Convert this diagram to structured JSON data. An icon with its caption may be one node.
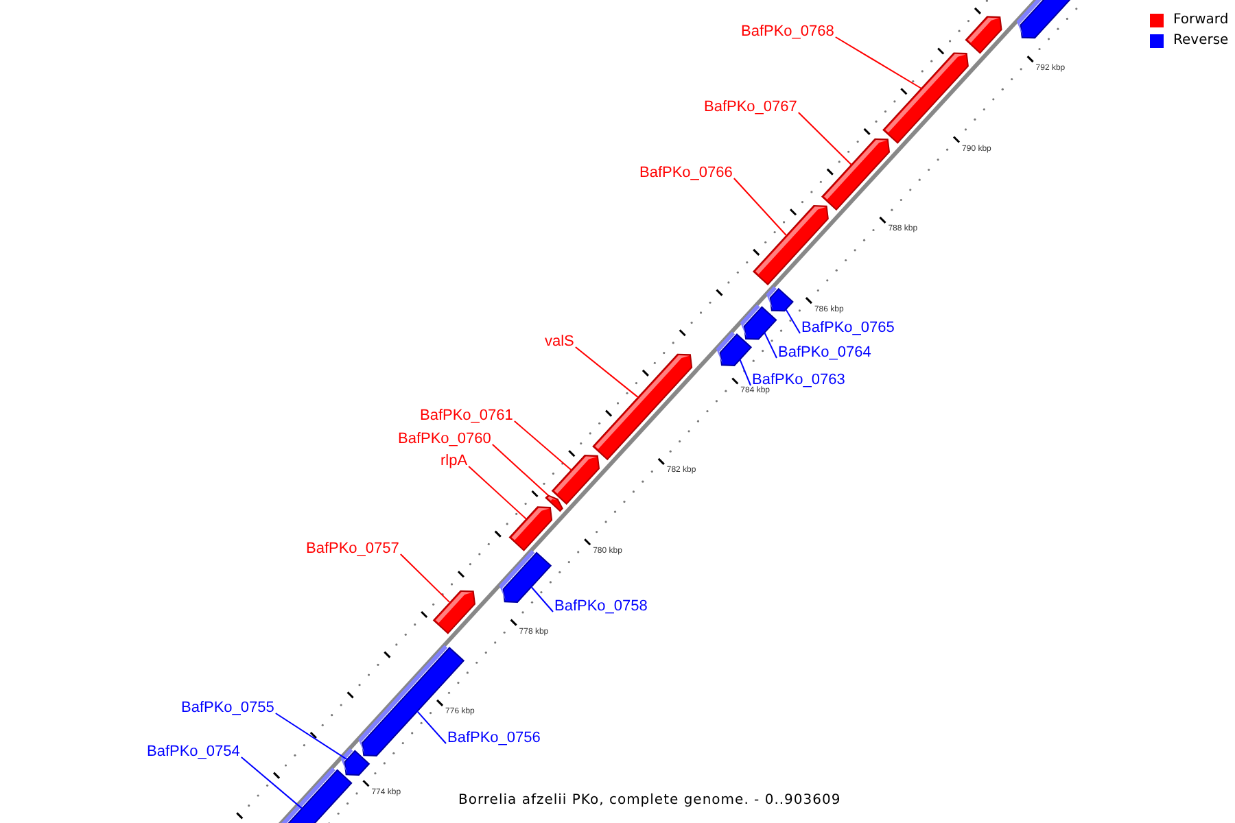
{
  "diagram": {
    "caption": "Borrelia afzelii PKo, complete genome. - 0..903609",
    "nodes": [
      {
        "text": [
          "BafPKo_0768"
        ]
      },
      {
        "text": [
          "BafPKo_0767"
        ]
      },
      {
        "text": [
          "BafPKo_0766"
        ]
      },
      {
        "text": [
          "BafPKo_0765"
        ]
      },
      {
        "text": [
          "BafPKo_0764"
        ]
      },
      {
        "text": [
          "BafPKo_0763"
        ]
      },
      {
        "text": [
          "valS"
        ]
      },
      {
        "text": [
          "BafPKo_0761"
        ]
      },
      {
        "text": [
          "BafPKo_0760"
        ]
      },
      {
        "text": [
          "rlpA"
        ]
      },
      {
        "text": [
          "BafPKo_0757"
        ]
      },
      {
        "text": [
          "BafPKo_0758"
        ]
      },
      {
        "text": [
          "BafPKo_0755"
        ]
      },
      {
        "text": [
          "BafPKo_0756"
        ]
      },
      {
        "text": [
          "BafPKo_0754"
        ]
      },
      {
        "text": [],
        "shape": "bar"
      },
      {
        "text": [],
        "shape": "bar"
      },
      {
        "text": [],
        "shape": "bar"
      },
      {
        "text": [],
        "shape": "bar"
      },
      {
        "text": [],
        "shape": "bar"
      },
      {
        "text": [],
        "shape": "bar"
      },
      {
        "text": [],
        "shape": "bar"
      },
      {
        "text": [],
        "shape": "bar"
      },
      {
        "text": [],
        "shape": "bar"
      },
      {
        "text": [],
        "shape": "bar"
      },
      {
        "text": [],
        "shape": "bar"
      },
      {
        "text": [],
        "shape": "bar"
      },
      {
        "text": [],
        "shape": "bar"
      },
      {
        "text": [],
        "shape": "bar"
      },
      {
        "text": [],
        "shape": "bar"
      },
      {
        "text": [],
        "shape": "bar"
      },
      {
        "text": [],
        "shape": "bar"
      }
    ],
    "edges": [
      {
        "from": 0,
        "to": 17,
        "arrow": "none"
      },
      {
        "from": 1,
        "to": 18,
        "arrow": "none"
      },
      {
        "from": 2,
        "to": 19,
        "arrow": "none"
      },
      {
        "from": 3,
        "to": 20,
        "arrow": "none",
        "color": "#0000ff"
      },
      {
        "from": 4,
        "to": 21,
        "arrow": "none",
        "color": "#0000ff"
      },
      {
        "from": 5,
        "to": 22,
        "arrow": "none",
        "color": "#0000ff"
      },
      {
        "from": 6,
        "to": 23,
        "arrow": "none"
      },
      {
        "from": 7,
        "to": 24,
        "arrow": "none"
      },
      {
        "from": 8,
        "to": 25,
        "arrow": "none"
      },
      {
        "from": 9,
        "to": 26,
        "arrow": "none"
      },
      {
        "from": 10,
        "to": 28,
        "arrow": "none"
      },
      {
        "from": 11,
        "to": 27,
        "arrow": "none",
        "color": "#0000ff"
      },
      {
        "from": 12,
        "to": 30,
        "arrow": "none",
        "color": "#0000ff"
      },
      {
        "from": 13,
        "to": 29,
        "arrow": "none",
        "color": "#0000ff"
      },
      {
        "from": 14,
        "to": 31,
        "arrow": "none",
        "color": "#0000ff"
      }
    ],
    "labels": [
      "792 kbp",
      "790 kbp",
      "788 kbp",
      "786 kbp",
      "784 kbp",
      "782 kbp",
      "780 kbp",
      "778 kbp",
      "776 kbp",
      "774 kbp"
    ],
    "legend": [
      {
        "text": "Forward",
        "color": "#ff0000"
      },
      {
        "text": "Reverse",
        "color": "#0000ff"
      }
    ]
  }
}
